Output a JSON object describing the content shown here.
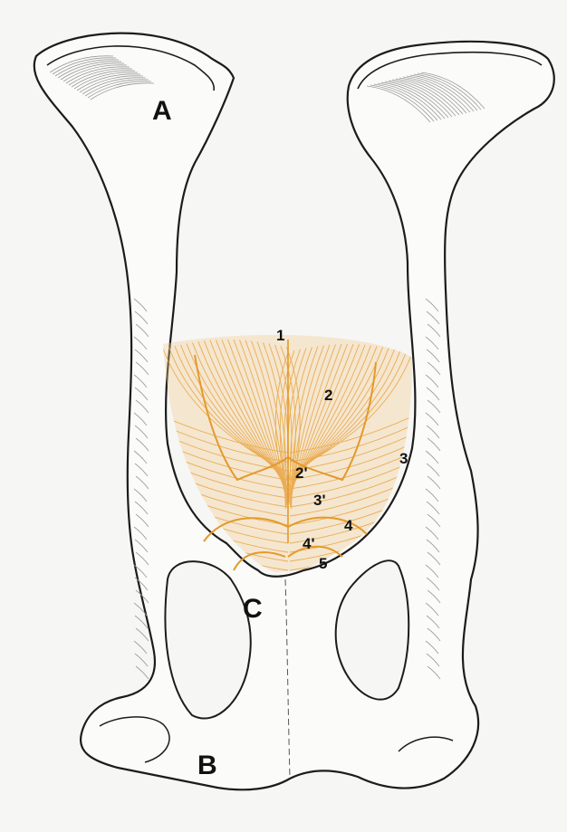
{
  "colors": {
    "background": "#f6f6f4",
    "bone_outline": "#1c1c1c",
    "bone_fill": "#fbfbfa",
    "bone_hatching": "#9a9a9a",
    "muscle_fill": "#f3c98a",
    "muscle_line": "#e8a646",
    "muscle_outline": "#e39a2c"
  },
  "bone_labels": {
    "A": "A",
    "B": "B",
    "C": "C"
  },
  "muscle_labels": {
    "m1": "1",
    "m2": "2",
    "m2p": "2'",
    "m3": "3",
    "m3p": "3'",
    "m4": "4",
    "m4p": "4'",
    "m5": "5"
  }
}
